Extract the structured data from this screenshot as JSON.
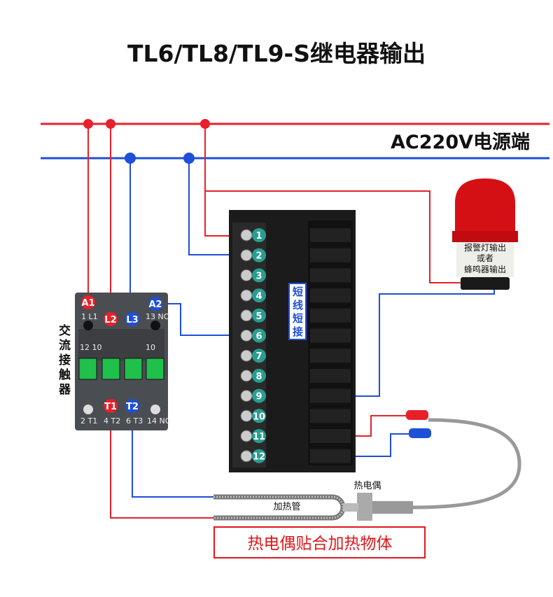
{
  "title": "TL6/TL8/TL9-S继电器输出",
  "power_label": "AC220V电源端",
  "colors": {
    "live": "#e8202a",
    "neutral": "#1e4fd8",
    "terminal_badge": "#2a9d8f"
  },
  "controller": {
    "terminals": [
      "1",
      "2",
      "3",
      "4",
      "5",
      "6",
      "7",
      "8",
      "9",
      "10",
      "11",
      "12"
    ],
    "jumper_label": "短线短接"
  },
  "contactor": {
    "label": "交流接触器",
    "badges": {
      "a1": "A1",
      "a2": "A2",
      "l2": "L2",
      "l3": "L3",
      "t1": "T1",
      "t2": "T2"
    },
    "printed": {
      "top_left": "1 L1",
      "top_right": "13 NO",
      "mid_left": "12 10",
      "mid_right": "10",
      "bottom_1": "2 T1",
      "bottom_2": "4 T2",
      "bottom_3": "6 T3",
      "bottom_4": "14 NO"
    }
  },
  "alarm": {
    "line1": "报警灯输出",
    "line2": "或者",
    "line3": "蜂鸣器输出"
  },
  "heater_label": "加热管",
  "thermocouple_label": "热电偶",
  "note": "热电偶贴合加热物体"
}
